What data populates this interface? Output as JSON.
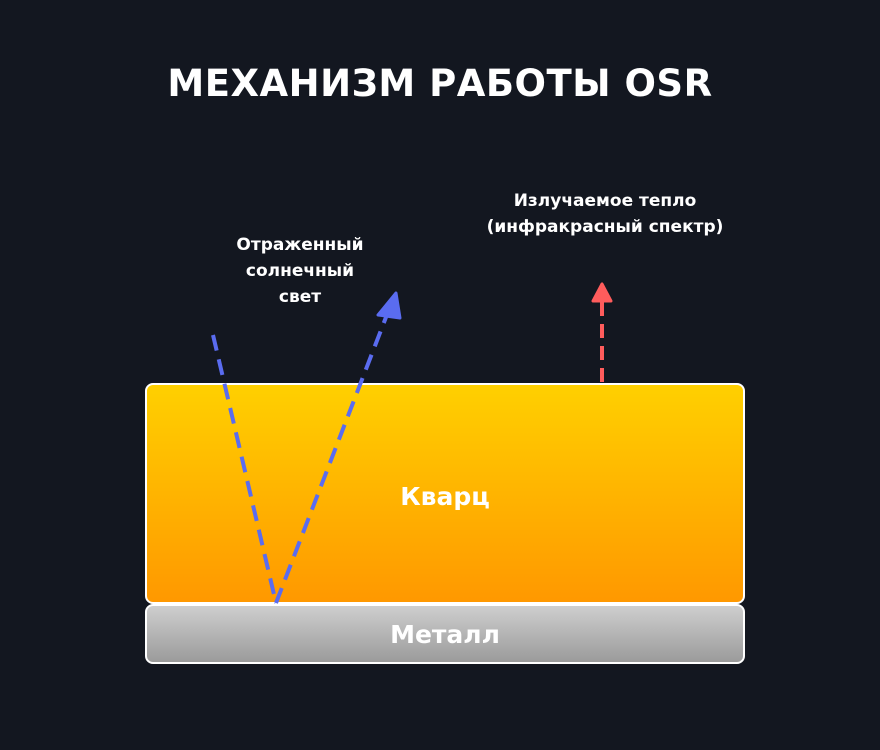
{
  "title": "МЕХАНИЗМ РАБОТЫ OSR",
  "labels": {
    "reflected": [
      "Отраженный",
      "солнечный",
      "свет"
    ],
    "heat": [
      "Излучаемое тепло",
      "(инфракрасный спектр)"
    ]
  },
  "layers": {
    "quartz": "Кварц",
    "metal": "Металл"
  },
  "colors": {
    "background": "#131720",
    "quartz_top": "#ffd000",
    "quartz_bottom": "#ff9800",
    "metal_top": "#cfcfcf",
    "metal_bottom": "#9a9a9a",
    "light_ray": "#5a6cf0",
    "heat_ray": "#ff5c5c"
  }
}
